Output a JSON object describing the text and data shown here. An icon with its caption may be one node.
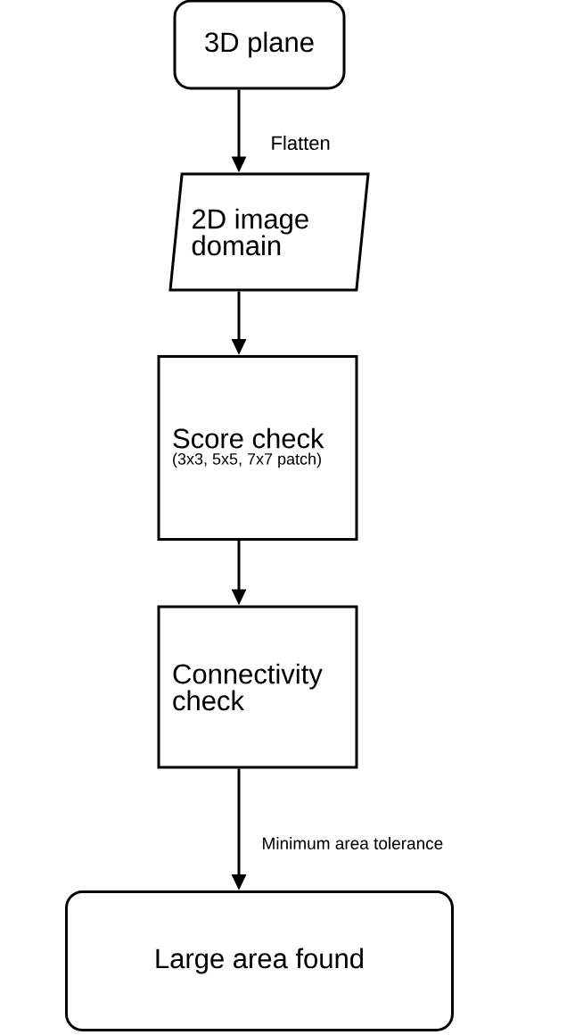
{
  "diagram": {
    "nodes": [
      {
        "text": [
          "3D plane"
        ]
      },
      {
        "text": [
          "2D image domain"
        ]
      },
      {
        "text": [
          "Score check",
          "(3x3, 5x5, 7x7 patch)"
        ]
      },
      {
        "text": [
          "Connectivity check"
        ]
      },
      {
        "text": [
          "Large area found"
        ]
      }
    ],
    "edges": [
      {
        "from": 0,
        "to": 1,
        "arrow": "to",
        "label": "Flatten"
      },
      {
        "from": 1,
        "to": 2,
        "arrow": "to"
      },
      {
        "from": 2,
        "to": 3,
        "arrow": "to"
      },
      {
        "from": 3,
        "to": 4,
        "arrow": "to",
        "label": "Minimum area tolerance"
      }
    ]
  }
}
